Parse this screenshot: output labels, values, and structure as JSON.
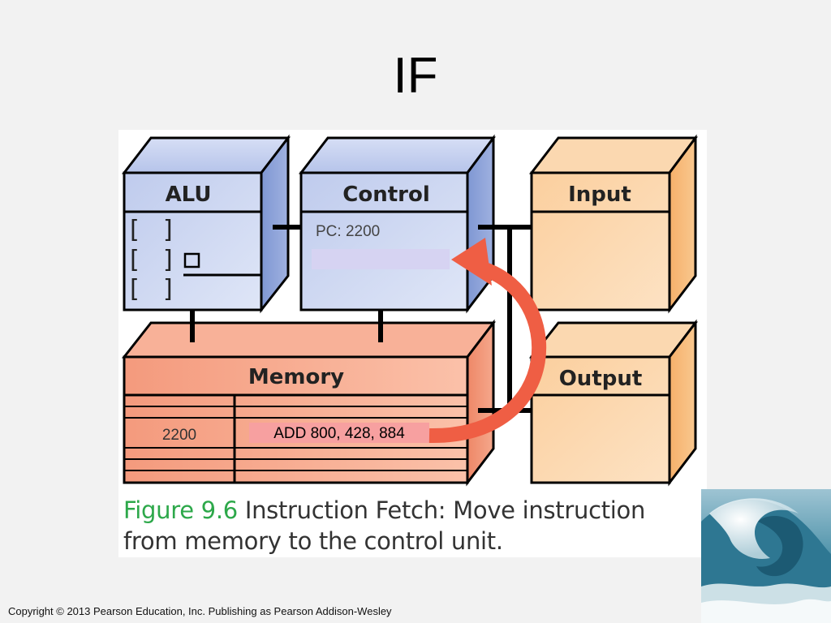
{
  "slide": {
    "title": "IF",
    "copyright": "Copyright © 2013 Pearson Education, Inc. Publishing as Pearson Addison-Wesley"
  },
  "diagram": {
    "alu": {
      "label": "ALU",
      "brackets": [
        "[",
        "]",
        "[",
        "]",
        "[",
        "]"
      ]
    },
    "control": {
      "label": "Control",
      "pc": "PC: 2200"
    },
    "input": {
      "label": "Input"
    },
    "output": {
      "label": "Output"
    },
    "memory": {
      "label": "Memory",
      "address": "2200",
      "instruction": "ADD 800, 428, 884"
    },
    "caption": {
      "figure_number": "Figure 9.6",
      "text_line1": "Instruction Fetch: Move instruction",
      "text_line2": "from memory to the control unit."
    }
  },
  "colors": {
    "blue_face": "#c6d2ef",
    "blue_side": "#8fa4d8",
    "orange_face": "#fbd4a8",
    "orange_side": "#f6b97a",
    "memory_face": "#f6a68a",
    "arrow": "#ef5e44",
    "caption_green": "#2da84a"
  }
}
